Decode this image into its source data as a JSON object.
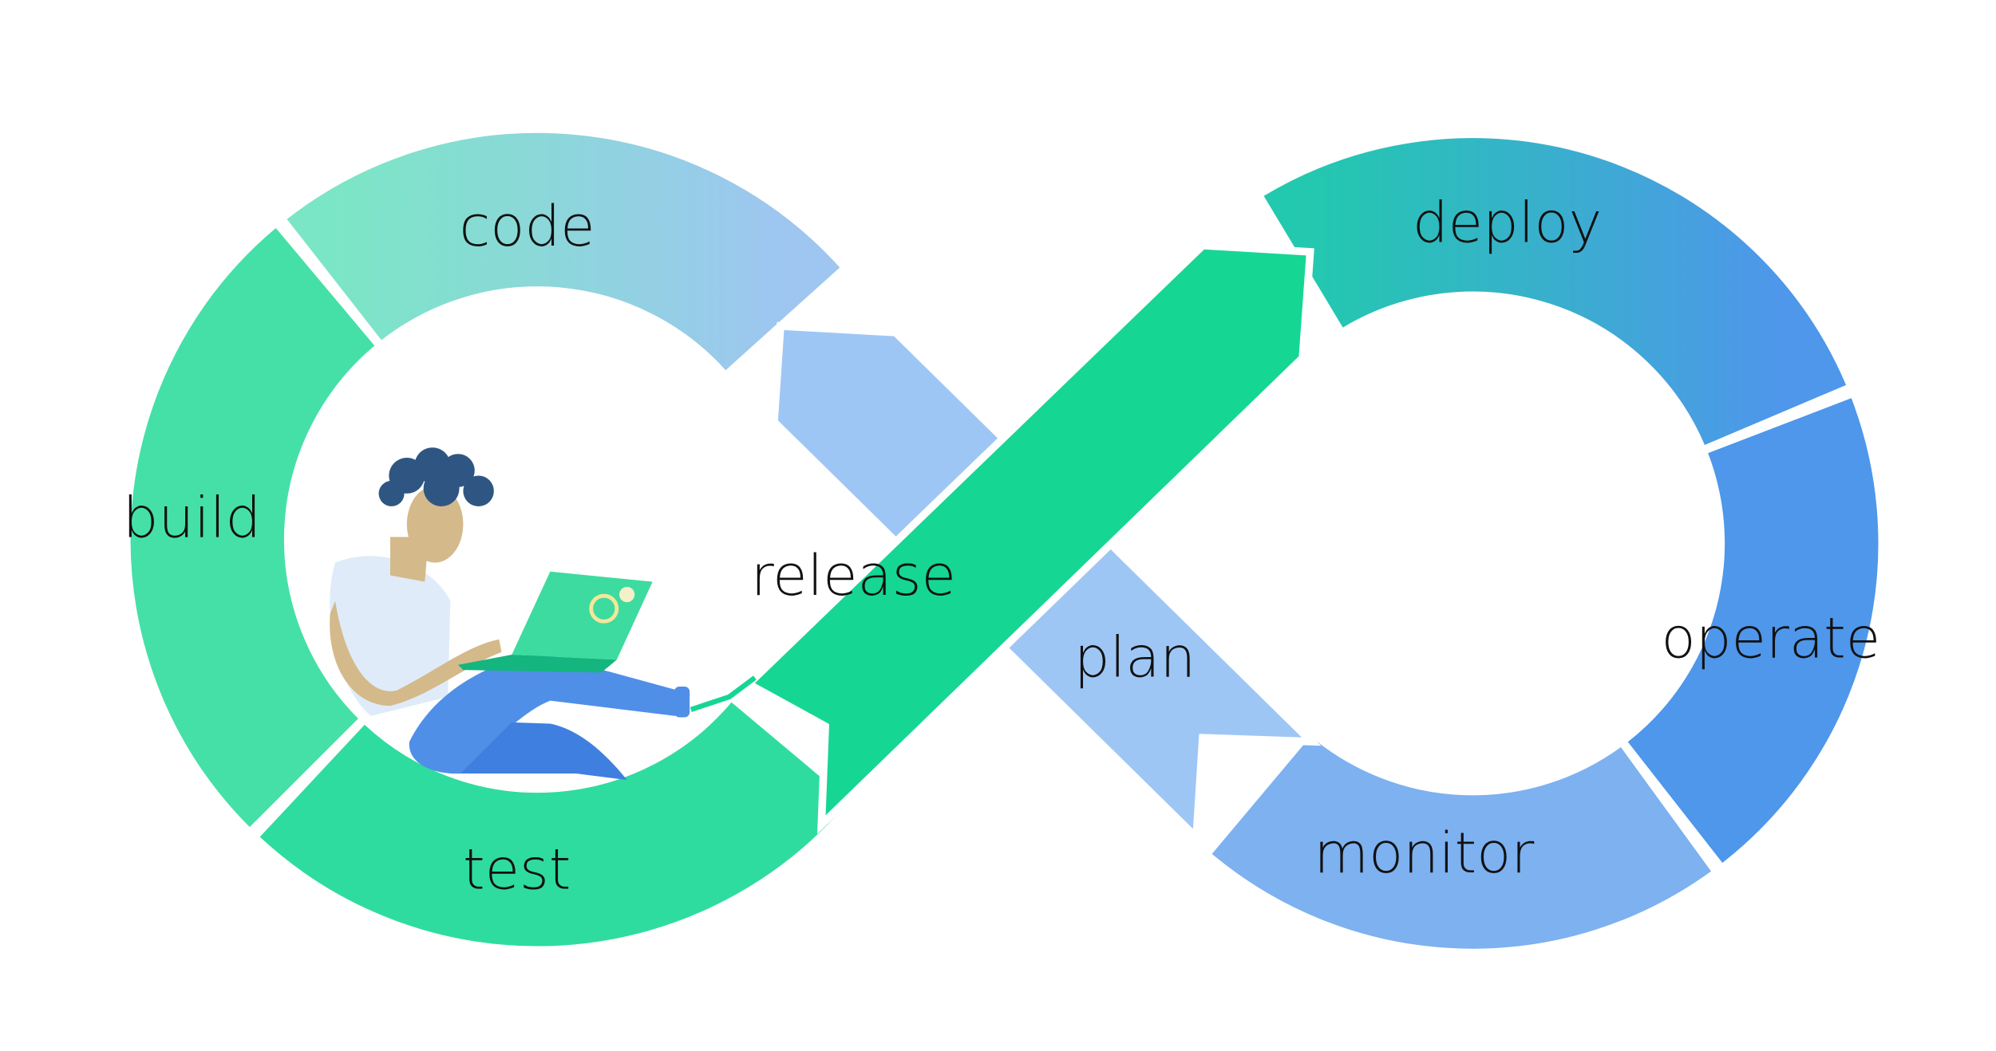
{
  "diagram": {
    "stages": [
      {
        "id": "code",
        "label": "code"
      },
      {
        "id": "build",
        "label": "build"
      },
      {
        "id": "test",
        "label": "test"
      },
      {
        "id": "release",
        "label": "release"
      },
      {
        "id": "deploy",
        "label": "deploy"
      },
      {
        "id": "operate",
        "label": "operate"
      },
      {
        "id": "monitor",
        "label": "monitor"
      },
      {
        "id": "plan",
        "label": "plan"
      }
    ],
    "colors": {
      "code_start": "#7be6c5",
      "code_end": "#9ec6f1",
      "build": "#45e0a8",
      "test": "#2fdc9f",
      "release": "#16d694",
      "plan": "#9ec6f5",
      "deploy_start": "#22c9ae",
      "deploy_end": "#4e97ea",
      "operate": "#4e97eb",
      "monitor": "#7db1f0"
    },
    "illustration": "person-with-laptop"
  }
}
